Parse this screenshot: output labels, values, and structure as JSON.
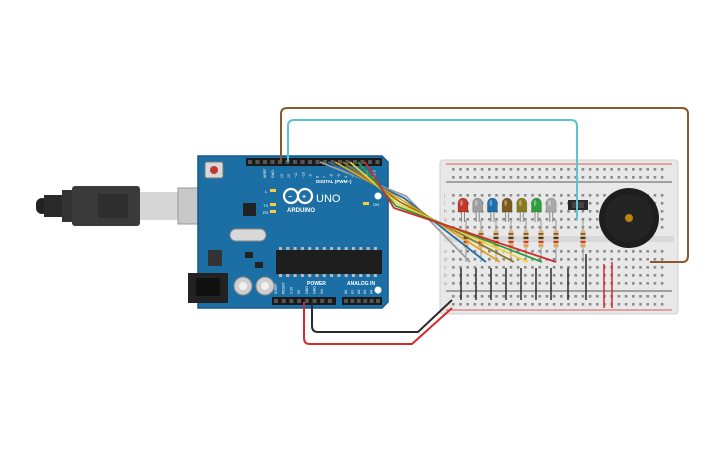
{
  "board": {
    "brand": "ARDUINO",
    "model": "UNO",
    "digital_label": "DIGITAL (PWM~)",
    "power_label": "POWER",
    "analog_label": "ANALOG IN",
    "on_label": "ON",
    "led_l_label": "L",
    "tx_label": "TX",
    "rx_label": "RX",
    "aref_label": "AREF",
    "gnd_label": "GND",
    "digital_pins": [
      "13",
      "12",
      "~11",
      "~10",
      "~9",
      "8",
      "7",
      "~6",
      "~5",
      "4",
      "~3",
      "2",
      "TX 1",
      "RX 0"
    ],
    "power_pins": [
      "IOREF",
      "RESET",
      "3.3V",
      "5V",
      "GND",
      "GND",
      "Vin"
    ],
    "analog_pins": [
      "A0",
      "A1",
      "A2",
      "A3",
      "A4",
      "A5"
    ]
  },
  "breadboard": {
    "row_letters_top": [
      "j",
      "i",
      "h",
      "g",
      "f"
    ],
    "row_letters_bottom": [
      "e",
      "d",
      "c",
      "b",
      "a"
    ]
  },
  "leds": [
    {
      "color": "#c0392b"
    },
    {
      "color": "#9e9e9e"
    },
    {
      "color": "#1f6fa8"
    },
    {
      "color": "#7a5a1e"
    },
    {
      "color": "#8c7a1e"
    },
    {
      "color": "#2e9e3a"
    },
    {
      "color": "#a8a8a8"
    }
  ],
  "colors": {
    "board": "#1c6fa5",
    "wire_red": "#d22b2b",
    "wire_black": "#2b2b2b",
    "wire_brown": "#8a5a2e",
    "wire_cyan": "#5bc4d0"
  }
}
